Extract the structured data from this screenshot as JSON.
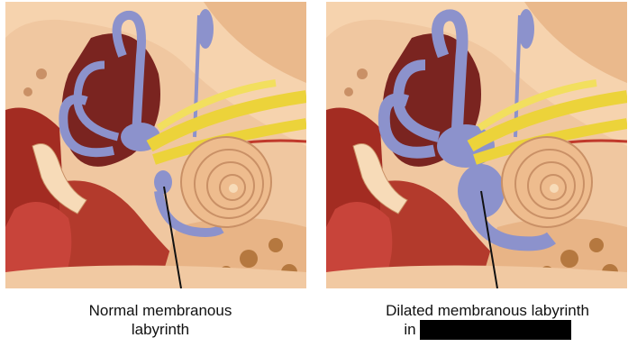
{
  "panels": [
    {
      "caption_line1": "Normal membranous",
      "caption_line2": "labyrinth"
    },
    {
      "caption_line1": "Dilated membranous labyrinth",
      "caption_line2_prefix": "in"
    }
  ],
  "colors": {
    "bone": "#f1c9a2",
    "bone_dark": "#c99066",
    "tissue_red": "#9e2a22",
    "labyrinth_blue": "#8c92cc",
    "nerve_yellow": "#ecd33a",
    "cochlea": "#eebc8e",
    "redaction": "#000000"
  }
}
